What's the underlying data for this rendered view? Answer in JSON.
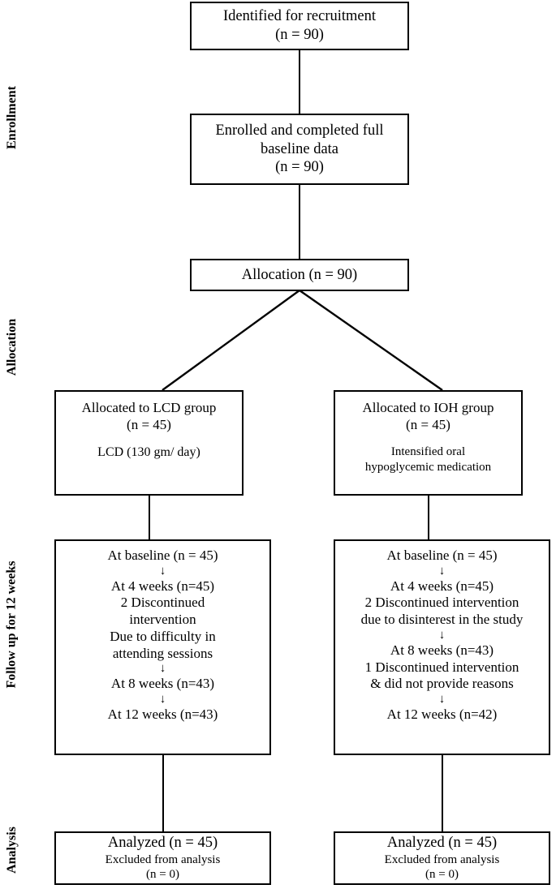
{
  "diagram": {
    "title": "CONSORT participant flow diagram",
    "type": "flowchart",
    "line_color": "#000000",
    "background": "#ffffff"
  },
  "stage_labels": {
    "enrollment": "Enrollment",
    "allocation": "Allocation",
    "followup": "Follow up for 12 weeks",
    "analysis": "Analysis"
  },
  "boxes": {
    "identified": {
      "line1": "Identified for recruitment",
      "line2": "(n = 90)"
    },
    "enrolled": {
      "line1": "Enrolled and completed full",
      "line2": "baseline data",
      "line3": "(n = 90)"
    },
    "allocation": {
      "line1": "Allocation (n = 90)"
    },
    "alloc_left": {
      "line1": "Allocated to LCD group",
      "line2": "(n = 45)",
      "line3": "LCD (130 gm/ day)"
    },
    "alloc_right": {
      "line1": "Allocated to IOH group",
      "line2": "(n = 45)",
      "line3": "Intensified oral",
      "line4": "hypoglycemic medication"
    },
    "followup_left": {
      "line1": "At baseline (n = 45)",
      "arrow1": "↓",
      "line2": "At 4 weeks (n=45)",
      "line3": "2 Discontinued",
      "line4": "intervention",
      "line5": "Due to difficulty in",
      "line6": "attending sessions",
      "arrow2": "↓",
      "line7": "At 8 weeks (n=43)",
      "arrow3": "↓",
      "line8": "At 12 weeks (n=43)"
    },
    "followup_right": {
      "line1": "At baseline (n = 45)",
      "arrow1": "↓",
      "line2": "At 4 weeks (n=45)",
      "line3": "2 Discontinued intervention",
      "line4": "due to disinterest in the study",
      "arrow2": "↓",
      "line5": "At 8 weeks (n=43)",
      "line6": "1 Discontinued intervention",
      "line7": "& did not provide reasons",
      "arrow3": "↓",
      "line8": "At 12 weeks (n=42)"
    },
    "analysis_left": {
      "line1": "Analyzed (n = 45)",
      "line2": "Excluded from analysis",
      "line3": "(n = 0)"
    },
    "analysis_right": {
      "line1": "Analyzed (n = 45)",
      "line2": "Excluded from analysis",
      "line3": "(n = 0)"
    }
  }
}
